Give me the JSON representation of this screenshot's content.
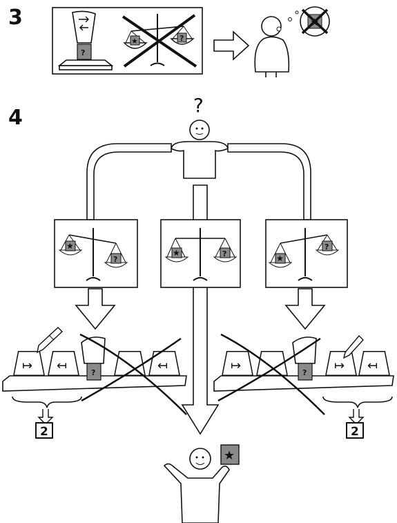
{
  "step3": {
    "number": "3"
  },
  "step4": {
    "number": "4"
  },
  "thinker": {
    "mark": "?"
  },
  "mystery_card": {
    "mark": "?"
  },
  "balance_left": {
    "left_pan": "★",
    "right_pan": "?"
  },
  "balance_middle": {
    "left_pan": "★",
    "right_pan": "?"
  },
  "balance_right": {
    "left_pan": "★",
    "right_pan": "?"
  },
  "left_shelf": {
    "cup_marks": [
      "↦",
      "↤",
      "",
      "",
      "↤"
    ],
    "card": "?"
  },
  "right_shelf": {
    "cup_marks": [
      "↦",
      "",
      "",
      "↦",
      "↤"
    ],
    "card": "?"
  },
  "goto_left": {
    "label": "2"
  },
  "goto_right": {
    "label": "2"
  },
  "result_card": {
    "mark": "★"
  },
  "colors": {
    "ink": "#111111",
    "card_gray": "#8a8a8a",
    "paper": "#ffffff"
  }
}
